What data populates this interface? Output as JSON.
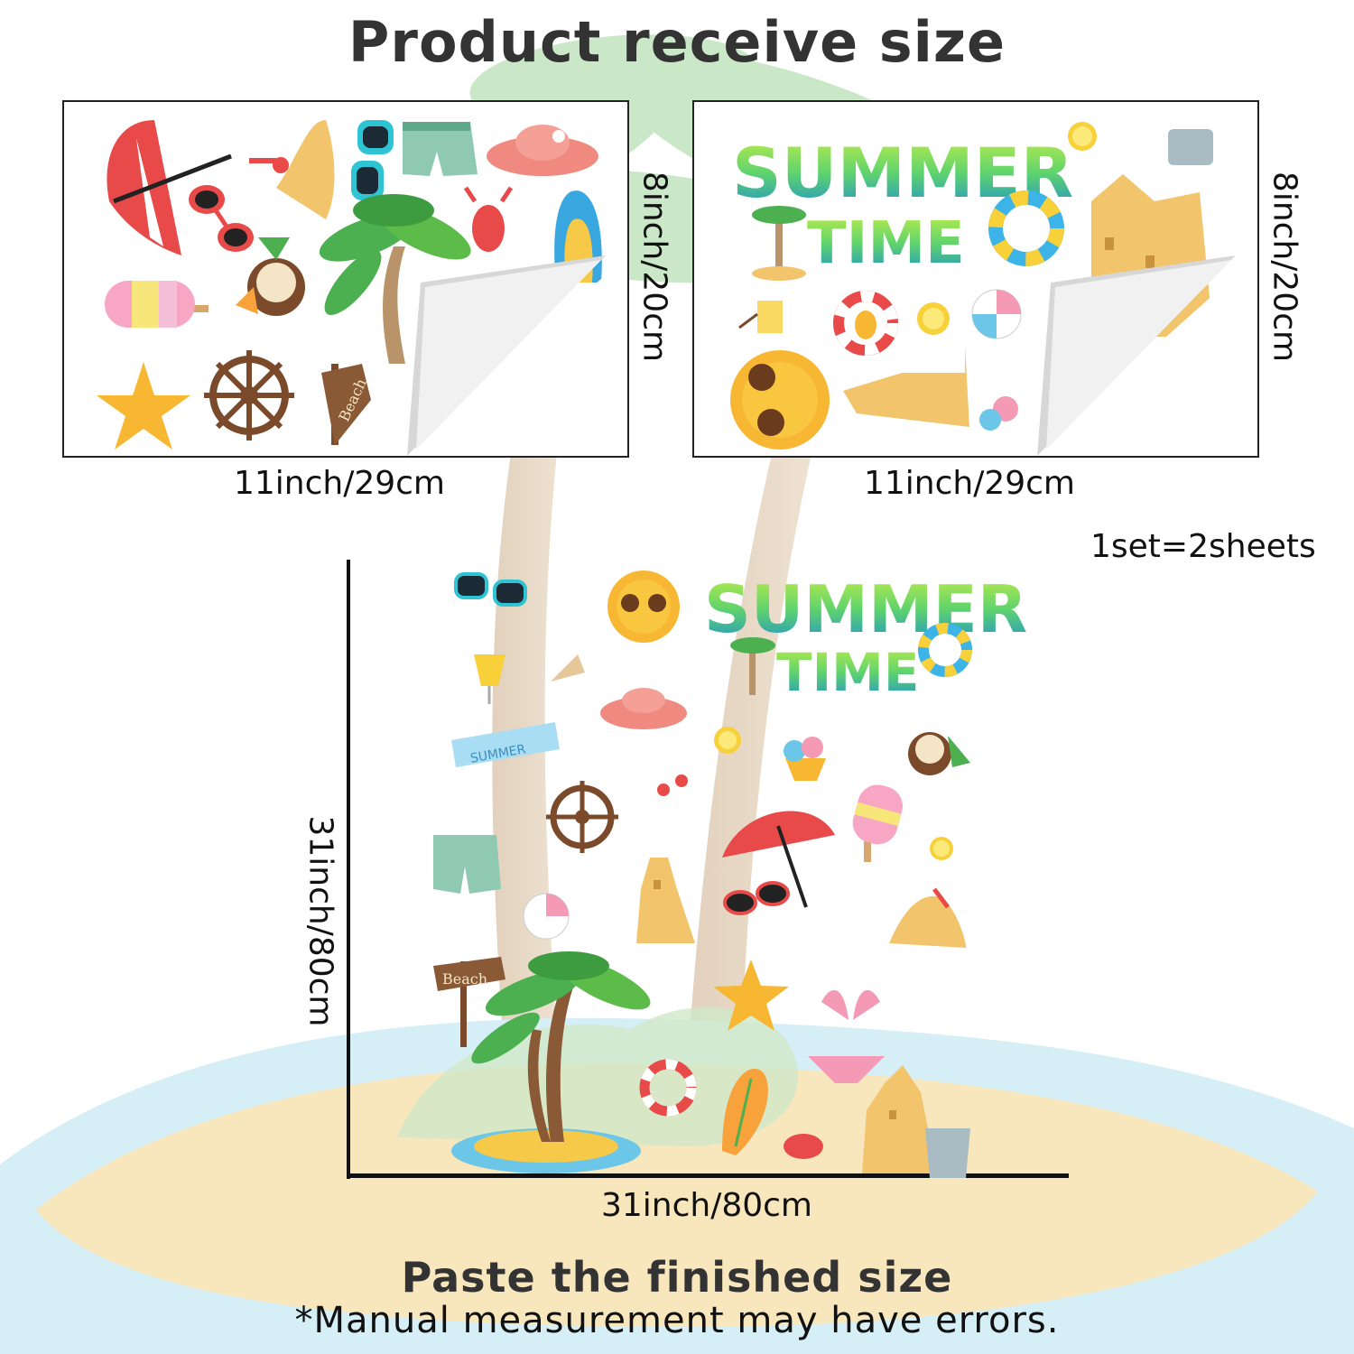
{
  "header": {
    "title": "Product receive size"
  },
  "sheets": [
    {
      "width_label": "11inch/29cm",
      "height_label": "8inch/20cm"
    },
    {
      "width_label": "11inch/29cm",
      "height_label": "8inch/20cm"
    }
  ],
  "set_note": "1set=2sheets",
  "finished": {
    "width_label": "31inch/80cm",
    "height_label": "31inch/80cm",
    "title": "Paste the finished size",
    "disclaimer": "*Manual measurement may have errors."
  },
  "sticker_text": {
    "summer": "SUMMER",
    "time": "TIME",
    "beach": "Beach",
    "ribbon": "SUMMER"
  },
  "colors": {
    "sand": "#f6dfae",
    "water": "#cfe8f3",
    "palm_green": "#4caf50",
    "trunk": "#b9946a",
    "umbrella_red": "#e84a4a",
    "sun": "#f7b733",
    "summer_gradient_start": "#8de04f",
    "summer_gradient_end": "#1d8fd1"
  },
  "icons": [
    "umbrella-icon",
    "sunglasses-icon",
    "sand-pile-icon",
    "swim-shorts-icon",
    "sun-hat-icon",
    "crab-icon",
    "surfboard-icon",
    "popsicle-icon",
    "coconut-drink-icon",
    "palm-tree-icon",
    "starfish-icon",
    "ship-wheel-icon",
    "beach-sign-icon",
    "lemon-slice-icon",
    "sandcastle-icon",
    "swim-ring-icon",
    "beach-ball-icon",
    "sun-icon",
    "ice-cream-icon",
    "bikini-icon",
    "shell-icon",
    "cocktail-icon",
    "island-icon",
    "peel-corner-icon"
  ]
}
